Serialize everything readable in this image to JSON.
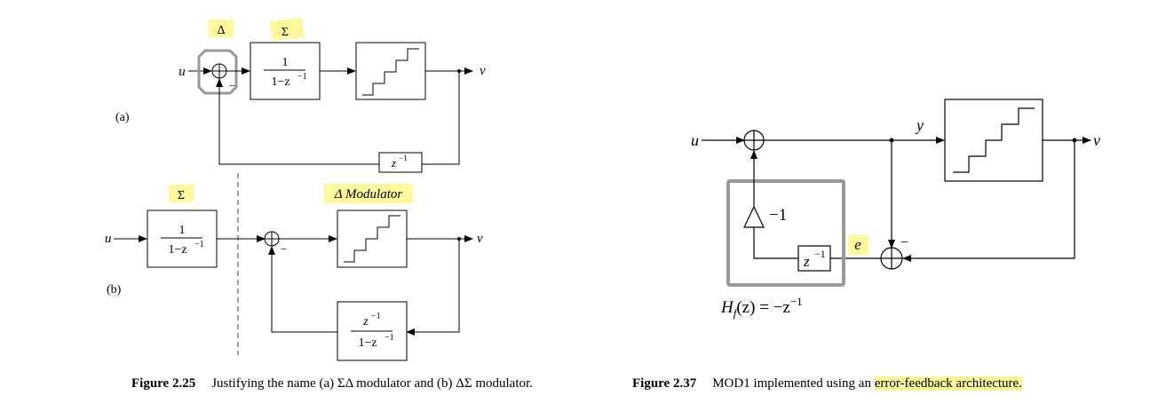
{
  "highlight_color": "#fdf89a",
  "figure_2_25": {
    "part_a": {
      "label": "(a)",
      "input": "u",
      "output": "v",
      "delta_label": "Δ",
      "sigma_label": "Σ",
      "integrator_num": "1",
      "integrator_den": "1−z",
      "integrator_exp": "−1",
      "delay": "z",
      "delay_exp": "−1",
      "minus": "−"
    },
    "part_b": {
      "label": "(b)",
      "input": "u",
      "output": "v",
      "sigma_label": "Σ",
      "modulator_label": "Δ Modulator",
      "integrator_num": "1",
      "integrator_den": "1−z",
      "integrator_exp": "−1",
      "fb_num": "z",
      "fb_num_exp": "−1",
      "fb_den": "1−z",
      "fb_den_exp": "−1",
      "minus": "−"
    },
    "caption_label": "Figure 2.25",
    "caption_text": "Justifying the name (a) ΣΔ modulator and (b) ΔΣ modulator."
  },
  "figure_2_37": {
    "input": "u",
    "output": "v",
    "y_label": "y",
    "e_label": "e",
    "gain": "−1",
    "delay": "z",
    "delay_exp": "−1",
    "minus": "−",
    "hf_label": "H",
    "hf_sub": "f",
    "hf_rest": "(z) = −z",
    "hf_exp": "−1",
    "caption_label": "Figure 2.37",
    "caption_text": "MOD1 implemented using an ",
    "caption_highlight": "error-feedback architecture."
  }
}
